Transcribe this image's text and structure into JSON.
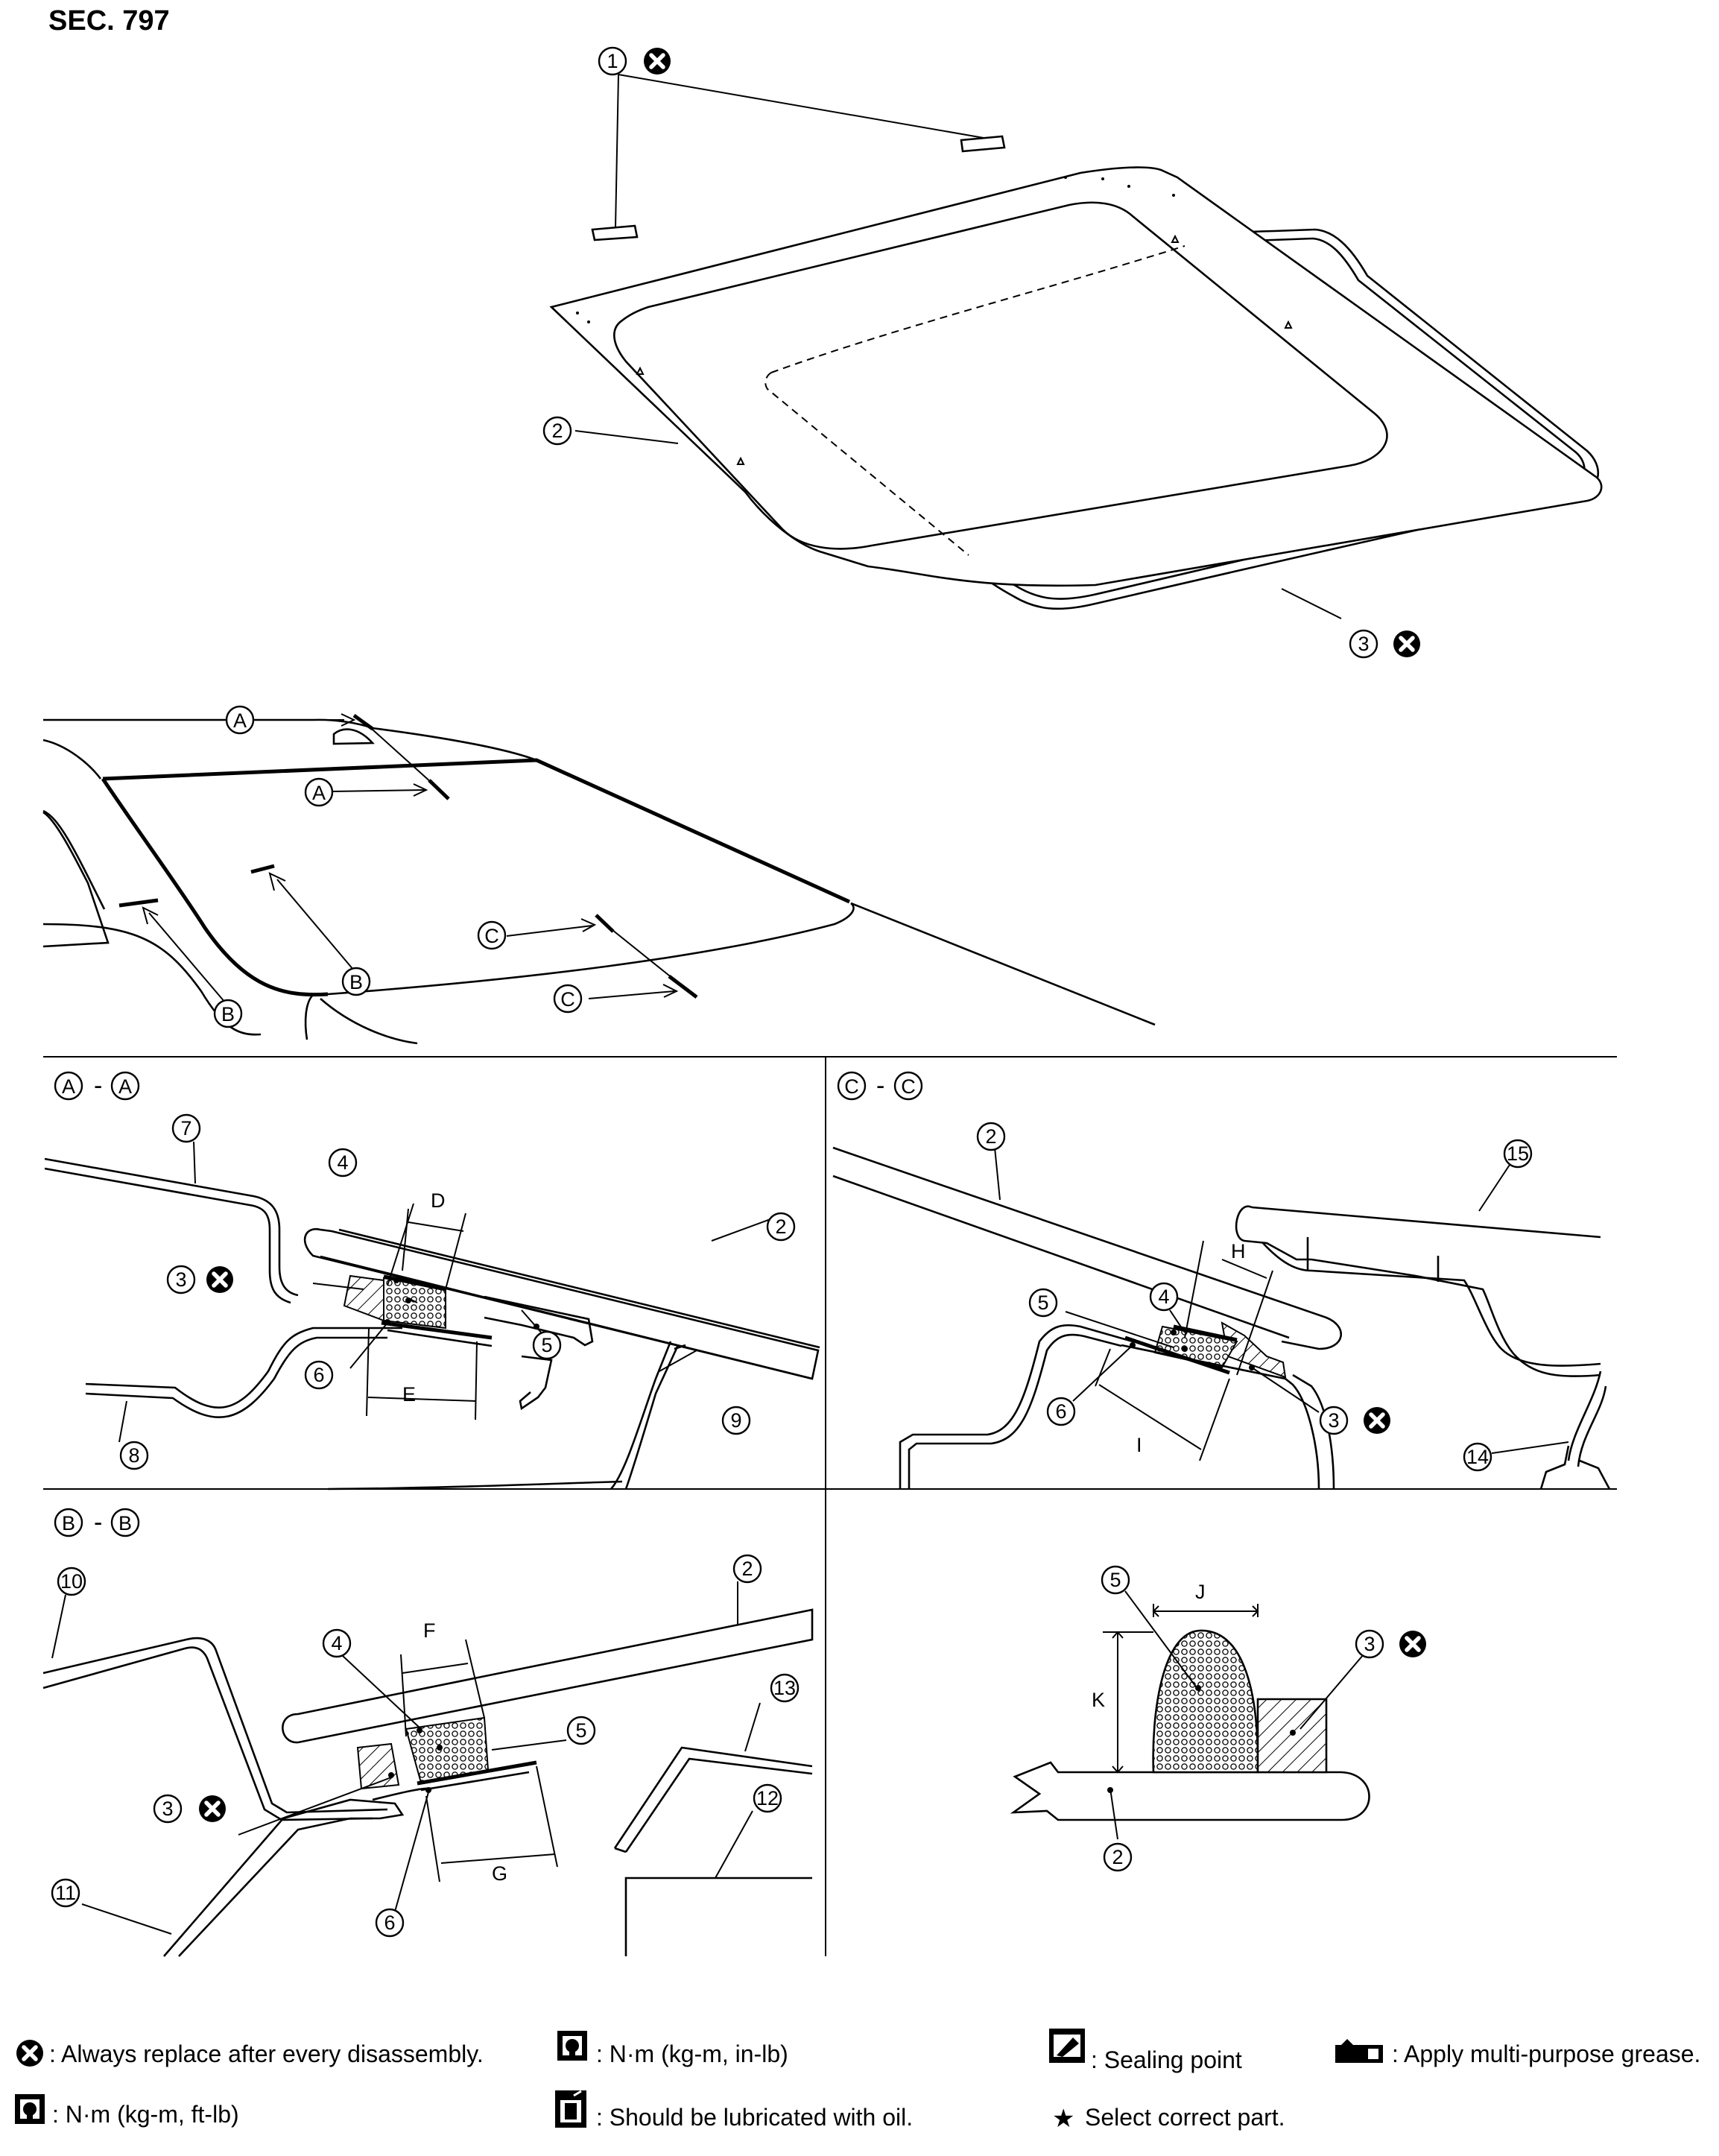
{
  "section_label": "SEC. 797",
  "callouts": {
    "c1": "1",
    "c2": "2",
    "c3": "3",
    "c4": "4",
    "c5": "5",
    "c6": "6",
    "c7": "7",
    "c8": "8",
    "c9": "9",
    "c10": "10",
    "c11": "11",
    "c12": "12",
    "c13": "13",
    "c14": "14",
    "c15": "15"
  },
  "section_markers": {
    "a": "A",
    "b": "B",
    "c": "C"
  },
  "section_views": {
    "aa_title_sep": "-",
    "bb_title_sep": "-",
    "cc_title_sep": "-"
  },
  "dimensions": {
    "d": "D",
    "e": "E",
    "f": "F",
    "g": "G",
    "h": "H",
    "i": "I",
    "j": "J",
    "k": "K"
  },
  "legend": {
    "replace": ": Always replace after every disassembly.",
    "torque_in": ": N·m (kg-m, in-lb)",
    "sealing": ": Sealing point",
    "grease": ": Apply multi-purpose grease.",
    "torque_ft": ": N·m (kg-m, ft-lb)",
    "oil": ": Should be lubricated with oil.",
    "select": "Select correct part."
  },
  "legend_icons": [
    "replace-x-icon",
    "torque-wrench-in-icon",
    "sealing-point-icon",
    "grease-icon",
    "torque-wrench-ft-icon",
    "oil-can-icon",
    "star-icon"
  ],
  "colors": {
    "ink": "#000000",
    "paper": "#ffffff",
    "dot_fill": "#d9d9d9"
  }
}
